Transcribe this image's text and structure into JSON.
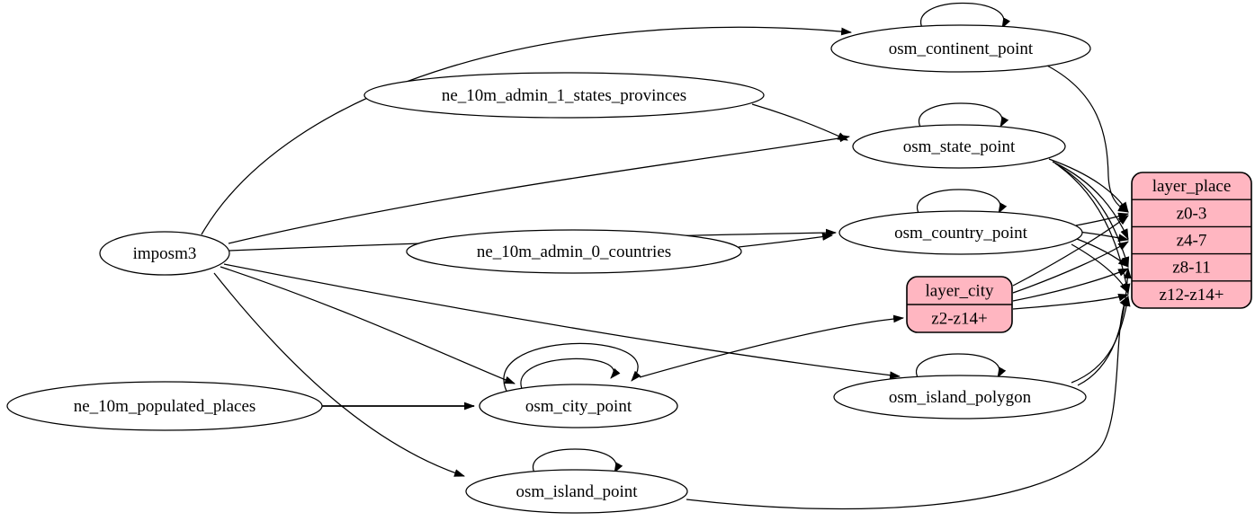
{
  "diagram": {
    "kind": "graphviz-digraph-etl",
    "background": "#ffffff",
    "edge_color": "#000000",
    "node_fill": "#ffffff",
    "node_stroke": "#000000",
    "record_fill": "#ffb6c1",
    "record_stroke": "#000000",
    "nodes": [
      {
        "id": "imposm3",
        "label": "imposm3",
        "self_loops": 0
      },
      {
        "id": "ne_10m_admin_1_states_provinces",
        "label": "ne_10m_admin_1_states_provinces",
        "self_loops": 0
      },
      {
        "id": "ne_10m_admin_0_countries",
        "label": "ne_10m_admin_0_countries",
        "self_loops": 0
      },
      {
        "id": "ne_10m_populated_places",
        "label": "ne_10m_populated_places",
        "self_loops": 0
      },
      {
        "id": "osm_continent_point",
        "label": "osm_continent_point",
        "self_loops": 1
      },
      {
        "id": "osm_state_point",
        "label": "osm_state_point",
        "self_loops": 1
      },
      {
        "id": "osm_country_point",
        "label": "osm_country_point",
        "self_loops": 1
      },
      {
        "id": "osm_city_point",
        "label": "osm_city_point",
        "self_loops": 2
      },
      {
        "id": "osm_island_polygon",
        "label": "osm_island_polygon",
        "self_loops": 1
      },
      {
        "id": "osm_island_point",
        "label": "osm_island_point",
        "self_loops": 1
      }
    ],
    "records": [
      {
        "id": "layer_city",
        "title": "layer_city",
        "rows": [
          "z2-z14+"
        ]
      },
      {
        "id": "layer_place",
        "title": "layer_place",
        "rows": [
          "z0-3",
          "z4-7",
          "z8-11",
          "z12-z14+"
        ]
      }
    ],
    "edges": [
      {
        "from": "imposm3",
        "to": "osm_continent_point"
      },
      {
        "from": "imposm3",
        "to": "osm_state_point"
      },
      {
        "from": "imposm3",
        "to": "osm_country_point"
      },
      {
        "from": "imposm3",
        "to": "osm_city_point"
      },
      {
        "from": "imposm3",
        "to": "osm_island_polygon"
      },
      {
        "from": "imposm3",
        "to": "osm_island_point"
      },
      {
        "from": "ne_10m_admin_1_states_provinces",
        "to": "osm_state_point"
      },
      {
        "from": "ne_10m_admin_0_countries",
        "to": "osm_country_point"
      },
      {
        "from": "ne_10m_populated_places",
        "to": "osm_city_point"
      },
      {
        "from": "osm_continent_point",
        "to": "layer_place",
        "port": "z0-3"
      },
      {
        "from": "osm_state_point",
        "to": "layer_place",
        "port": "z0-3"
      },
      {
        "from": "osm_state_point",
        "to": "layer_place",
        "port": "z4-7"
      },
      {
        "from": "osm_state_point",
        "to": "layer_place",
        "port": "z8-11"
      },
      {
        "from": "osm_state_point",
        "to": "layer_place",
        "port": "z12-z14+"
      },
      {
        "from": "osm_country_point",
        "to": "layer_place",
        "port": "z0-3"
      },
      {
        "from": "osm_country_point",
        "to": "layer_place",
        "port": "z4-7"
      },
      {
        "from": "osm_country_point",
        "to": "layer_place",
        "port": "z8-11"
      },
      {
        "from": "osm_country_point",
        "to": "layer_place",
        "port": "z12-z14+"
      },
      {
        "from": "osm_city_point",
        "to": "layer_city",
        "port": "z2-z14+"
      },
      {
        "from": "layer_city",
        "to": "layer_place",
        "port": "z0-3"
      },
      {
        "from": "layer_city",
        "to": "layer_place",
        "port": "z4-7"
      },
      {
        "from": "layer_city",
        "to": "layer_place",
        "port": "z8-11"
      },
      {
        "from": "layer_city",
        "to": "layer_place",
        "port": "z12-z14+"
      },
      {
        "from": "osm_island_polygon",
        "to": "layer_place",
        "port": "z8-11"
      },
      {
        "from": "osm_island_polygon",
        "to": "layer_place",
        "port": "z12-z14+"
      },
      {
        "from": "osm_island_point",
        "to": "layer_place",
        "port": "z12-z14+"
      }
    ]
  }
}
